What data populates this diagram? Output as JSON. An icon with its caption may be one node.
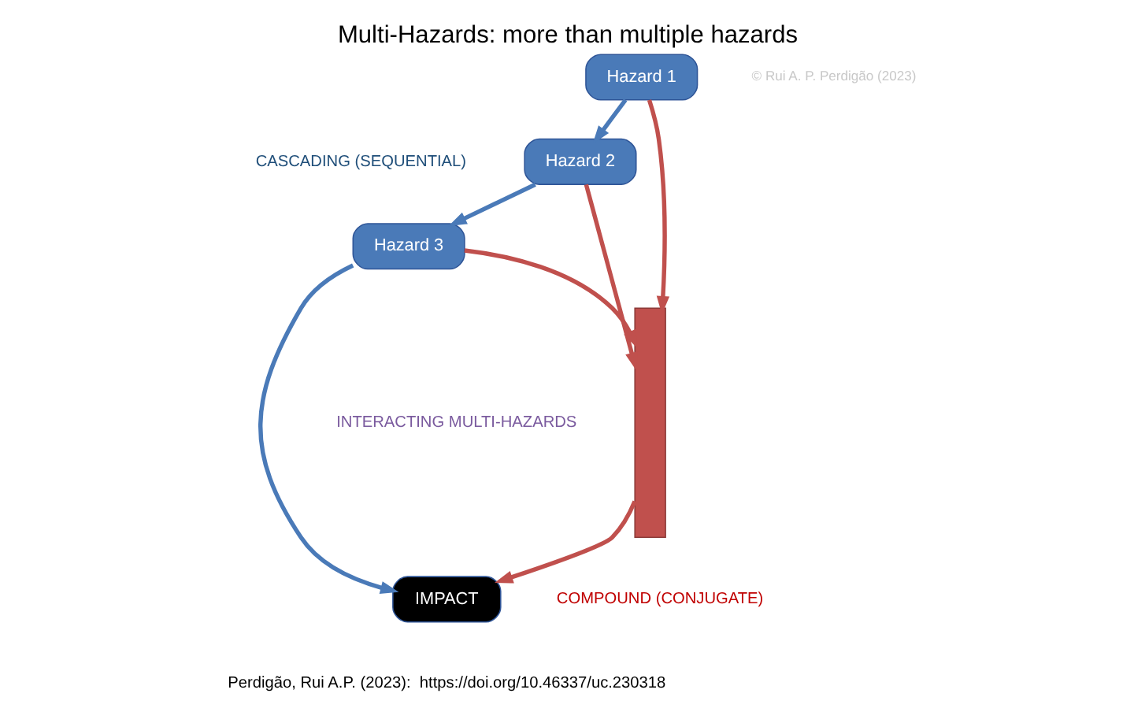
{
  "diagram": {
    "title": "Multi-Hazards: more than multiple hazards",
    "caption": "Perdigão, Rui A.P. (2023):  https://doi.org/10.46337/uc.230318",
    "nodes": [
      {
        "text": [
          "Hazard 1"
        ]
      },
      {
        "text": [
          "Hazard 2"
        ]
      },
      {
        "text": [
          "Hazard 3"
        ]
      },
      {
        "text": [
          "IMPACT"
        ]
      },
      {
        "text": [],
        "shape": "bar"
      }
    ],
    "edges": [
      {
        "from": 0,
        "to": 1,
        "arrow": "to",
        "color": "#4a7ab8"
      },
      {
        "from": 1,
        "to": 2,
        "arrow": "to",
        "color": "#4a7ab8"
      },
      {
        "from": 2,
        "to": 3,
        "arrow": "to",
        "color": "#4a7ab8"
      },
      {
        "from": 0,
        "to": 4,
        "arrow": "to"
      },
      {
        "from": 1,
        "to": 4,
        "arrow": "to"
      },
      {
        "from": 2,
        "to": 4,
        "arrow": "to"
      },
      {
        "from": 4,
        "to": 3,
        "arrow": "to"
      }
    ],
    "labels": [
      "© Rui A. P. Perdigão (2023)",
      "CASCADING (SEQUENTIAL)",
      "COMPOUND (CONJUGATE)",
      "INTERACTING MULTI-HAZARDS"
    ]
  }
}
